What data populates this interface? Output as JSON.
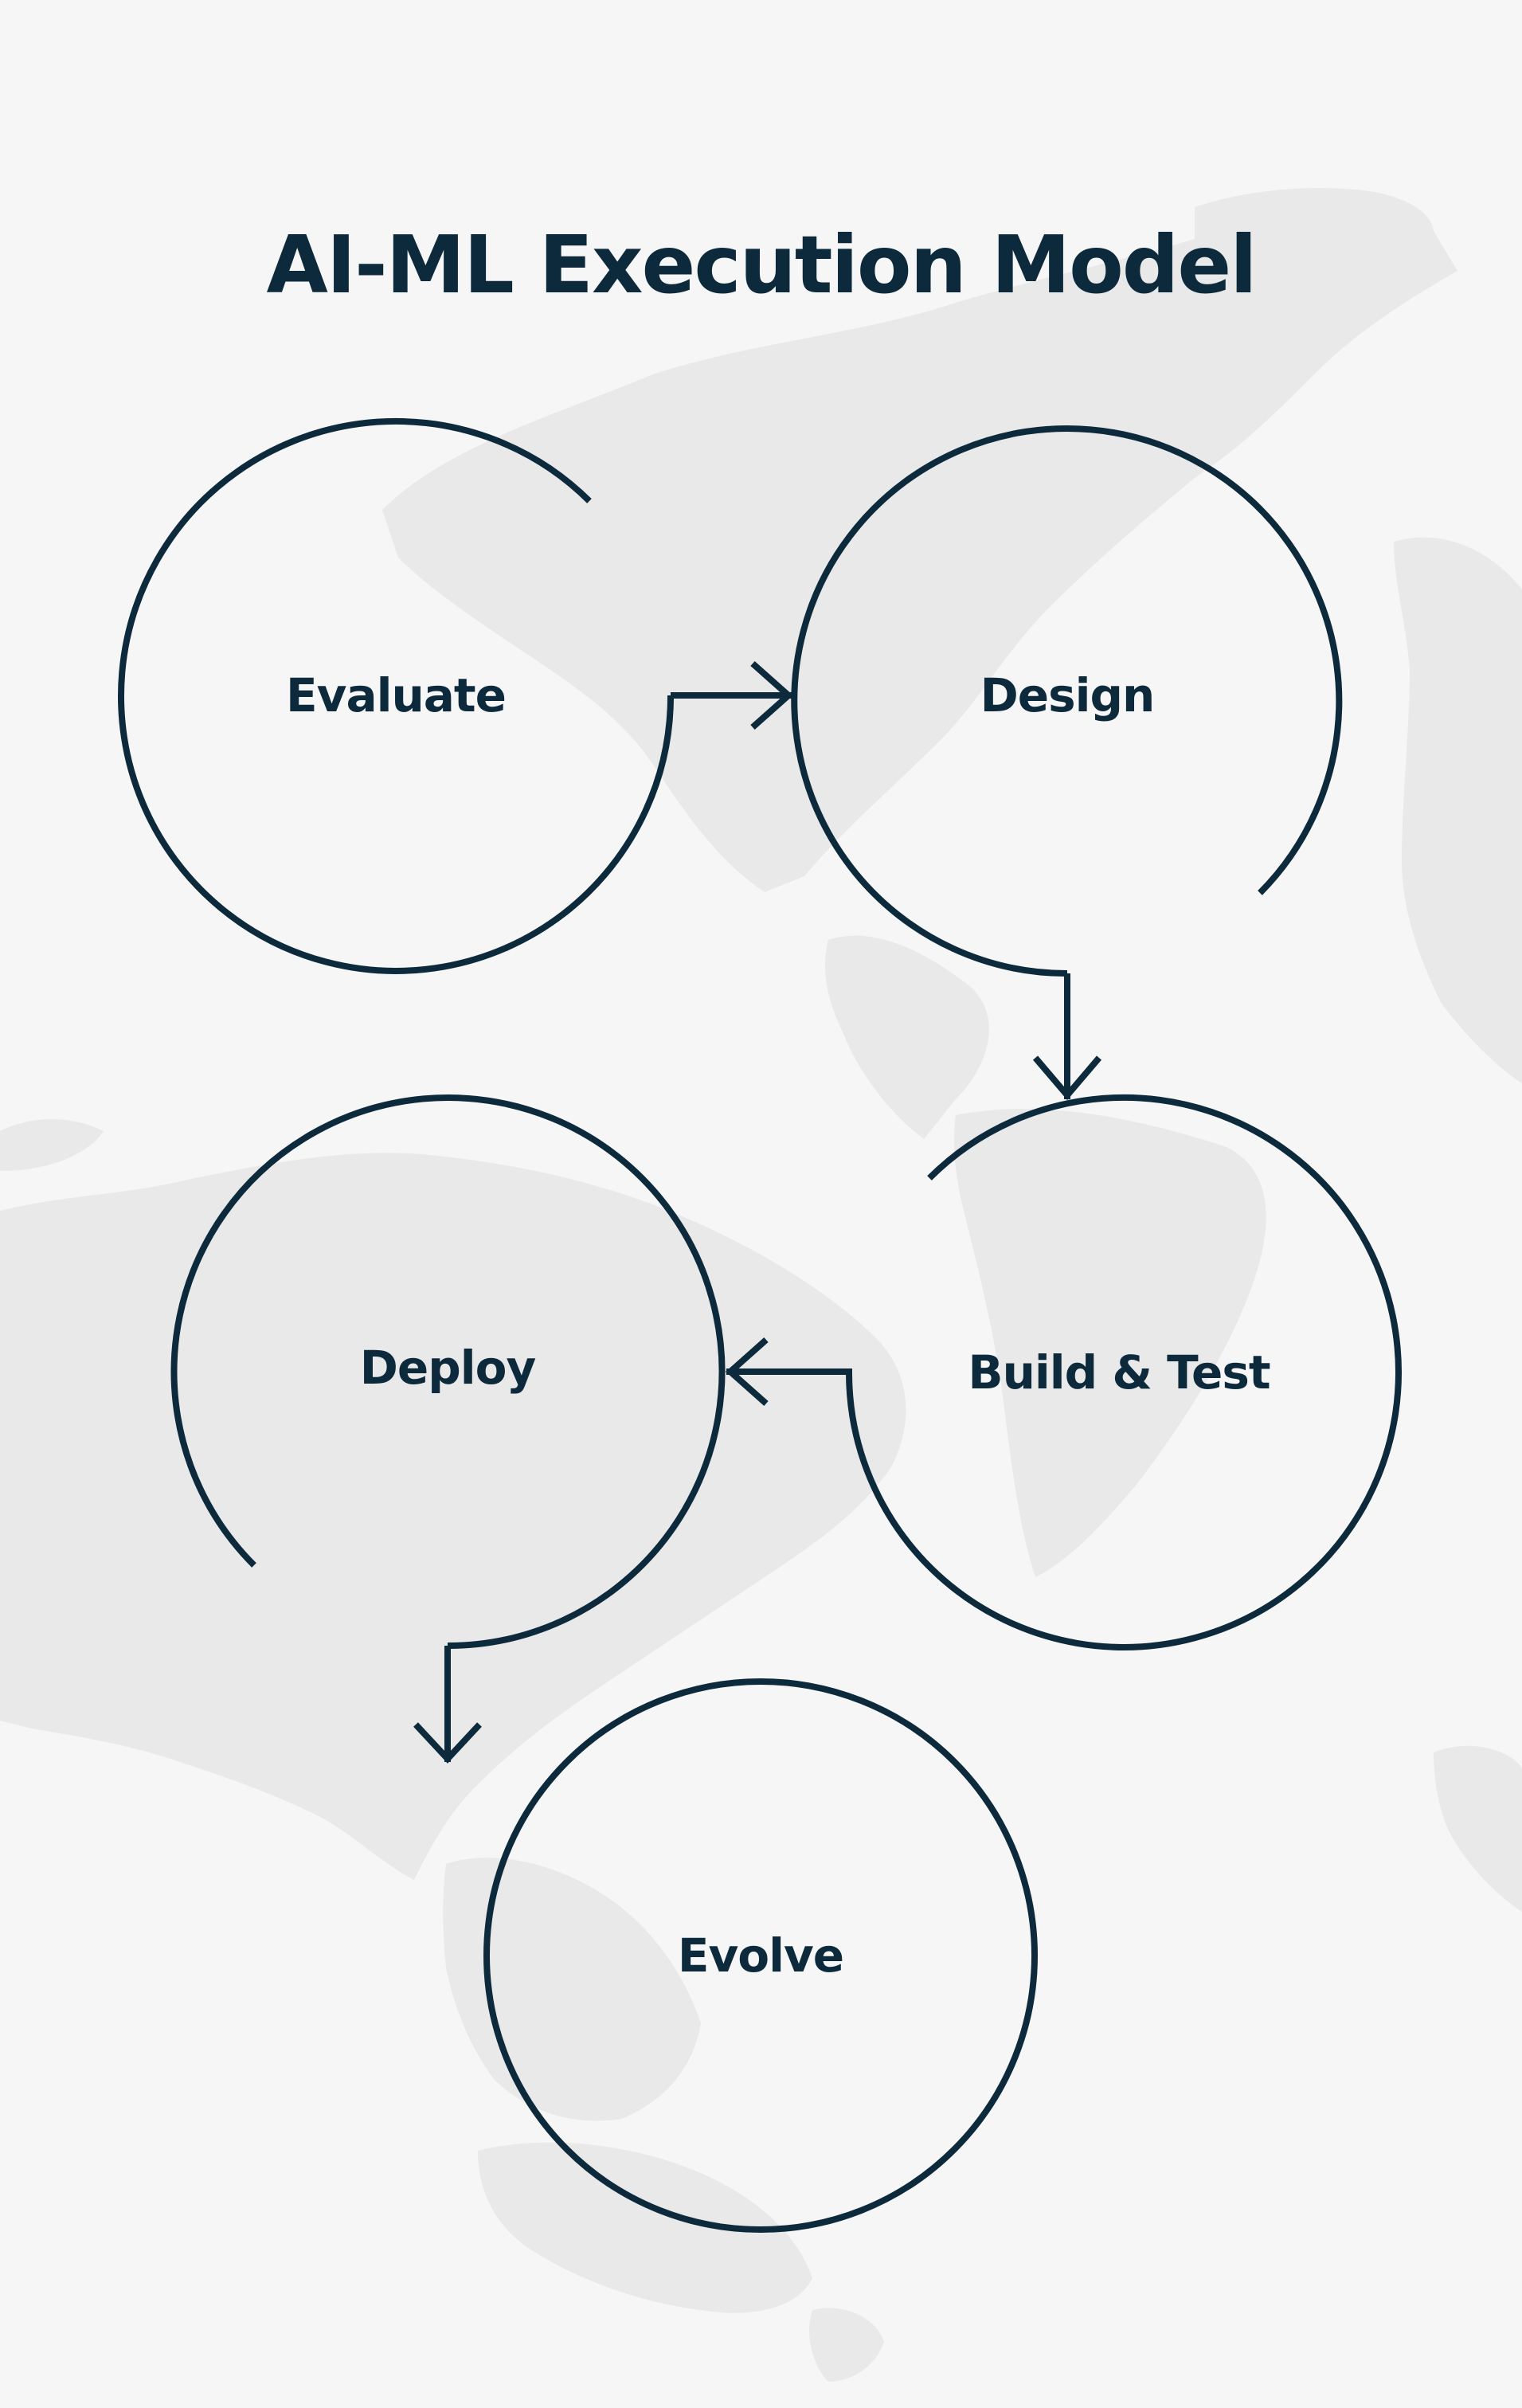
{
  "title": "AI-ML Execution Model",
  "colors": {
    "background": "#f6f6f6",
    "ink": "#0d2a3c",
    "map": "#e9e9e9"
  },
  "steps": [
    {
      "id": "evaluate",
      "label": "Evaluate"
    },
    {
      "id": "design",
      "label": "Design"
    },
    {
      "id": "build-test",
      "label": "Build & Test"
    },
    {
      "id": "deploy",
      "label": "Deploy"
    },
    {
      "id": "evolve",
      "label": "Evolve"
    }
  ],
  "flow": [
    {
      "from": "evaluate",
      "to": "design"
    },
    {
      "from": "design",
      "to": "build-test"
    },
    {
      "from": "build-test",
      "to": "deploy"
    },
    {
      "from": "deploy",
      "to": "evolve"
    }
  ]
}
